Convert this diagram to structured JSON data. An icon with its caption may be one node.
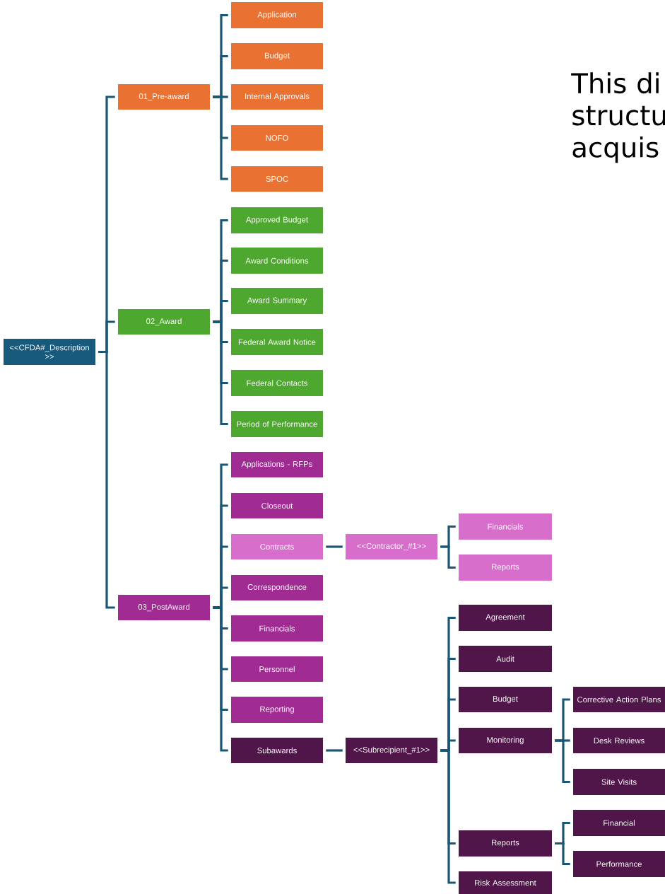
{
  "diagram": {
    "nodes": [
      {
        "text": [
          "<<CFDA#_Description >>"
        ]
      },
      {
        "text": [
          "01_Pre-award"
        ]
      },
      {
        "text": [
          "Application"
        ]
      },
      {
        "text": [
          "Budget"
        ]
      },
      {
        "text": [
          "Internal Approvals"
        ]
      },
      {
        "text": [
          "NOFO"
        ]
      },
      {
        "text": [
          "SPOC"
        ]
      },
      {
        "text": [
          "02_Award"
        ]
      },
      {
        "text": [
          "Approved Budget"
        ]
      },
      {
        "text": [
          "Award Conditions"
        ]
      },
      {
        "text": [
          "Award Summary"
        ]
      },
      {
        "text": [
          "Federal Award Notice"
        ]
      },
      {
        "text": [
          "Federal Contacts"
        ]
      },
      {
        "text": [
          "Period of Performance"
        ]
      },
      {
        "text": [
          "03_PostAward"
        ]
      },
      {
        "text": [
          "Applications - RFPs"
        ]
      },
      {
        "text": [
          "Closeout"
        ]
      },
      {
        "text": [
          "Contracts"
        ]
      },
      {
        "text": [
          "<<Contractor_#1>>"
        ]
      },
      {
        "text": [
          "Financials"
        ]
      },
      {
        "text": [
          "Reports"
        ]
      },
      {
        "text": [
          "Correspondence"
        ]
      },
      {
        "text": [
          "Financials"
        ]
      },
      {
        "text": [
          "Personnel"
        ]
      },
      {
        "text": [
          "Reporting"
        ]
      },
      {
        "text": [
          "Subawards"
        ]
      },
      {
        "text": [
          "<<Subrecipient_#1>>"
        ]
      },
      {
        "text": [
          "Agreement"
        ]
      },
      {
        "text": [
          "Audit"
        ]
      },
      {
        "text": [
          "Budget"
        ]
      },
      {
        "text": [
          "Monitoring"
        ]
      },
      {
        "text": [
          "Corrective Action Plans"
        ]
      },
      {
        "text": [
          "Desk Reviews"
        ]
      },
      {
        "text": [
          "Site Visits"
        ]
      },
      {
        "text": [
          "Reports"
        ]
      },
      {
        "text": [
          "Financial"
        ]
      },
      {
        "text": [
          "Performance"
        ]
      },
      {
        "text": [
          "Risk Assessment"
        ]
      }
    ],
    "edges": [
      {
        "from": 0,
        "to": 1,
        "arrow": "none"
      },
      {
        "from": 1,
        "to": 2,
        "arrow": "none"
      },
      {
        "from": 1,
        "to": 3,
        "arrow": "none"
      },
      {
        "from": 1,
        "to": 4,
        "arrow": "none"
      },
      {
        "from": 1,
        "to": 5,
        "arrow": "none"
      },
      {
        "from": 1,
        "to": 6,
        "arrow": "none"
      },
      {
        "from": 0,
        "to": 7,
        "arrow": "none"
      },
      {
        "from": 7,
        "to": 8,
        "arrow": "none"
      },
      {
        "from": 7,
        "to": 9,
        "arrow": "none"
      },
      {
        "from": 7,
        "to": 10,
        "arrow": "none"
      },
      {
        "from": 7,
        "to": 11,
        "arrow": "none"
      },
      {
        "from": 7,
        "to": 12,
        "arrow": "none"
      },
      {
        "from": 7,
        "to": 13,
        "arrow": "none"
      },
      {
        "from": 0,
        "to": 14,
        "arrow": "none"
      },
      {
        "from": 14,
        "to": 15,
        "arrow": "none"
      },
      {
        "from": 14,
        "to": 16,
        "arrow": "none"
      },
      {
        "from": 14,
        "to": 17,
        "arrow": "none"
      },
      {
        "from": 17,
        "to": 18,
        "arrow": "none"
      },
      {
        "from": 18,
        "to": 19,
        "arrow": "none"
      },
      {
        "from": 18,
        "to": 20,
        "arrow": "none"
      },
      {
        "from": 14,
        "to": 21,
        "arrow": "none"
      },
      {
        "from": 14,
        "to": 22,
        "arrow": "none"
      },
      {
        "from": 14,
        "to": 23,
        "arrow": "none"
      },
      {
        "from": 14,
        "to": 24,
        "arrow": "none"
      },
      {
        "from": 14,
        "to": 25,
        "arrow": "none"
      },
      {
        "from": 25,
        "to": 26,
        "arrow": "none"
      },
      {
        "from": 26,
        "to": 27,
        "arrow": "none"
      },
      {
        "from": 26,
        "to": 28,
        "arrow": "none"
      },
      {
        "from": 26,
        "to": 29,
        "arrow": "none"
      },
      {
        "from": 26,
        "to": 30,
        "arrow": "none"
      },
      {
        "from": 30,
        "to": 31,
        "arrow": "none"
      },
      {
        "from": 30,
        "to": 32,
        "arrow": "none"
      },
      {
        "from": 30,
        "to": 33,
        "arrow": "none"
      },
      {
        "from": 26,
        "to": 34,
        "arrow": "none"
      },
      {
        "from": 34,
        "to": 35,
        "arrow": "none"
      },
      {
        "from": 34,
        "to": 36,
        "arrow": "none"
      },
      {
        "from": 26,
        "to": 37,
        "arrow": "none"
      }
    ],
    "labels": [
      "This di structu acquis"
    ]
  }
}
